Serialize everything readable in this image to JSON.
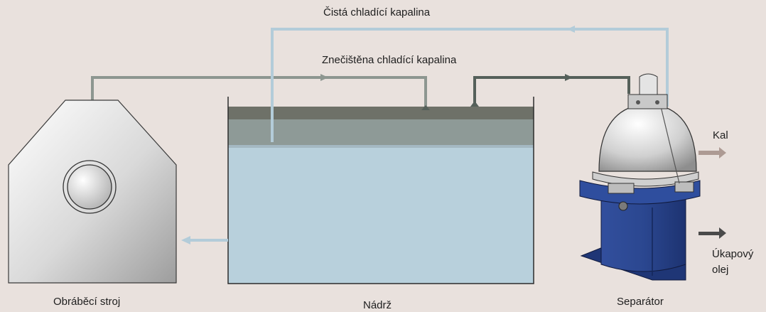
{
  "labels": {
    "clean_coolant": "Čistá chladící kapalina",
    "dirty_coolant": "Znečištěna chladící kapalina",
    "machine": "Obráběcí stroj",
    "tank": "Nádrž",
    "separator": "Separátor",
    "sludge": "Kal",
    "leak_oil_line1": "Úkapový",
    "leak_oil_line2": "olej"
  },
  "colors": {
    "background": "#e9e1dd",
    "clean_pipe": "#b3ccd9",
    "dirty_pipe": "#8d9690",
    "dark_pipe": "#55605a",
    "coolant": "#b8d0dc",
    "sludge_layer": "#6e7168",
    "separator_blue": "#2e4b96",
    "sludge_arrow": "#ad9a93",
    "oil_arrow": "#4a4a4a"
  }
}
